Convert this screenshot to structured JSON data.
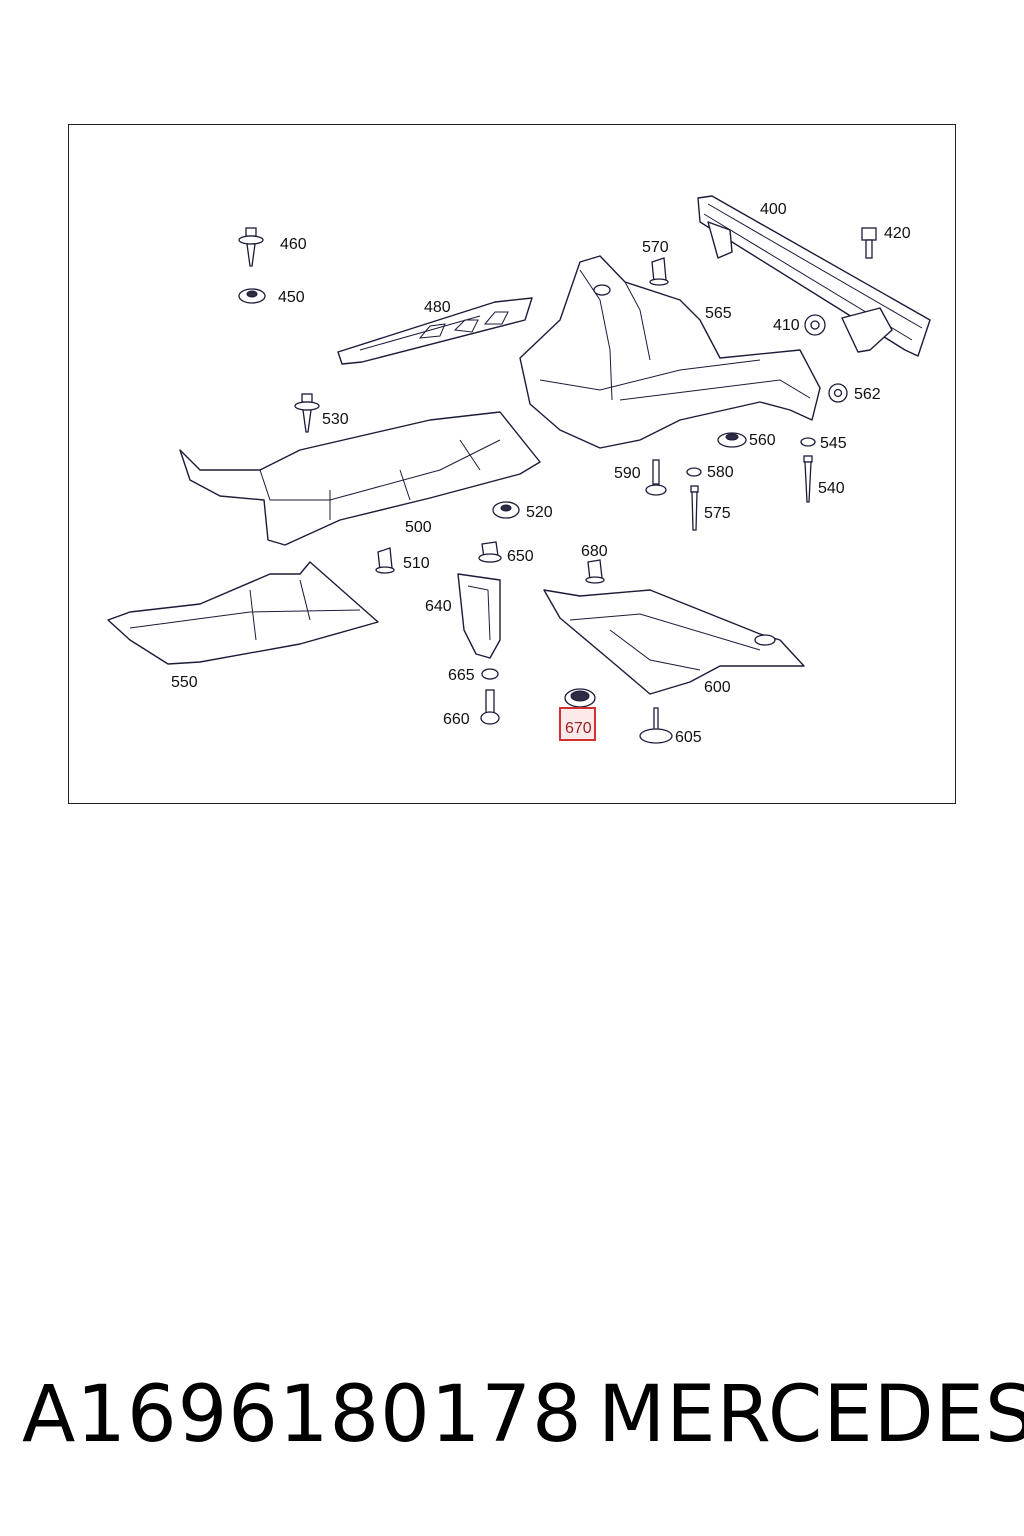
{
  "diagram": {
    "labels": {
      "p400": "400",
      "p420": "420",
      "p410": "410",
      "p460": "460",
      "p450": "450",
      "p480": "480",
      "p570": "570",
      "p565": "565",
      "p562": "562",
      "p530": "530",
      "p560": "560",
      "p545": "545",
      "p590": "590",
      "p580": "580",
      "p540": "540",
      "p575": "575",
      "p500": "500",
      "p520": "520",
      "p650": "650",
      "p680": "680",
      "p510": "510",
      "p640": "640",
      "p550": "550",
      "p665": "665",
      "p600": "600",
      "p660": "660",
      "p670": "670",
      "p605": "605"
    },
    "highlighted_part": "670",
    "highlight_color": "#d03030"
  },
  "footer": {
    "part_number": "A1696180178",
    "brand": "MERCEDES"
  }
}
